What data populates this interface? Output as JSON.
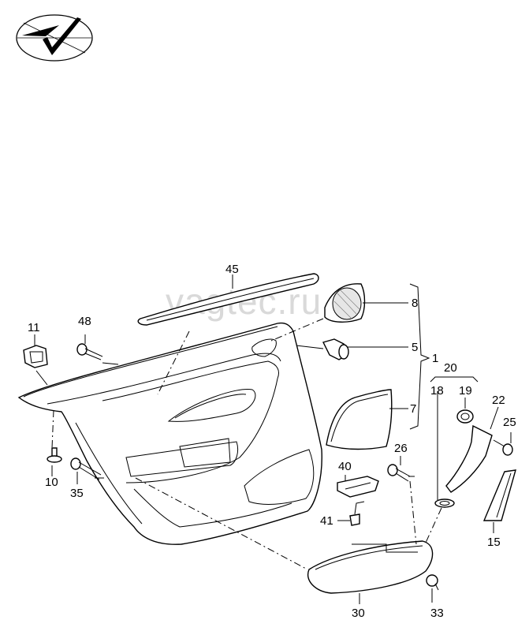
{
  "watermark": "vagtec.ru",
  "labels": {
    "l1": "1",
    "l5": "5",
    "l7": "7",
    "l8": "8",
    "l10": "10",
    "l11": "11",
    "l15": "15",
    "l18": "18",
    "l19": "19",
    "l20": "20",
    "l22": "22",
    "l25": "25",
    "l26": "26",
    "l30": "30",
    "l33": "33",
    "l35": "35",
    "l40": "40",
    "l41": "41",
    "l45": "45",
    "l48": "48"
  }
}
